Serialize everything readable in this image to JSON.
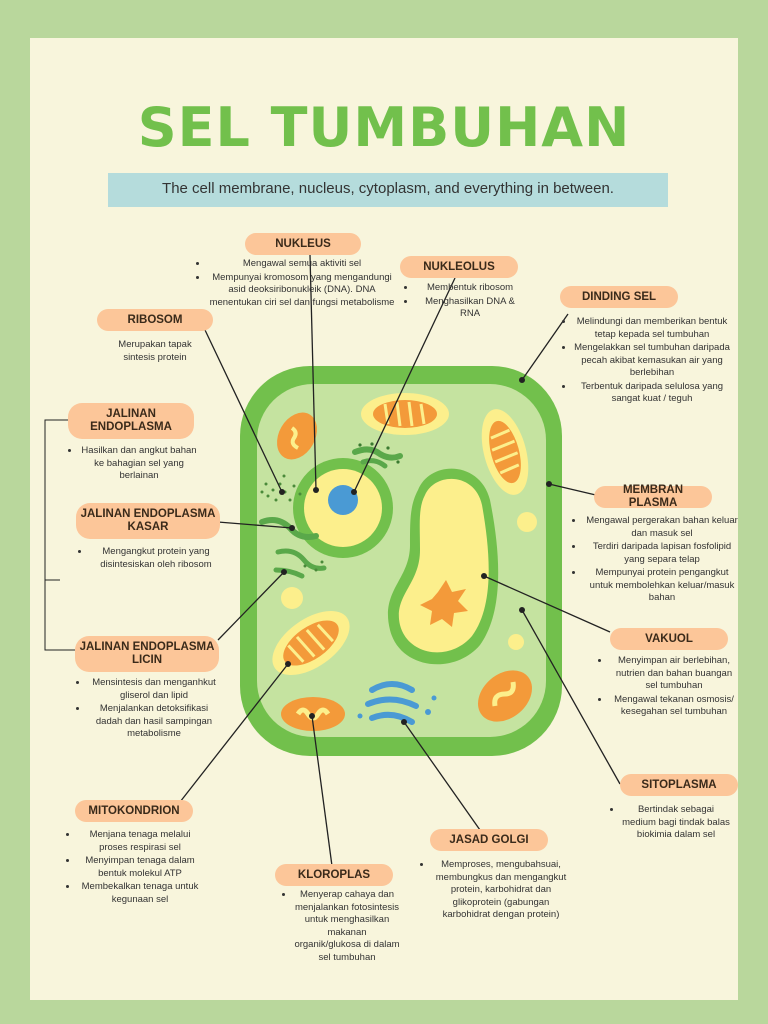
{
  "header": {
    "title": "SEL TUMBUHAN",
    "subtitle": "The cell membrane, nucleus, cytoplasm, and everything in between."
  },
  "parts": {
    "nukleus": {
      "label": "NUKLEUS",
      "items": [
        "Mengawal semua aktiviti sel",
        "Mempunyai kromosom yang mengandungi asid deoksiribonukleik (DNA). DNA menentukan ciri sel dan fungsi metabolisme"
      ]
    },
    "nukleolus": {
      "label": "NUKLEOLUS",
      "items": [
        "Membentuk ribosom",
        "Menghasilkan DNA & RNA"
      ]
    },
    "ribosom": {
      "label": "RIBOSOM",
      "text": "Merupakan tapak sintesis protein"
    },
    "dinding_sel": {
      "label": "DINDING SEL",
      "items": [
        "Melindungi dan memberikan bentuk tetap kepada sel tumbuhan",
        "Mengelakkan sel tumbuhan daripada pecah akibat kemasukan air yang berlebihan",
        "Terbentuk daripada selulosa yang sangat kuat / teguh"
      ]
    },
    "jalinan_endoplasma": {
      "label": "JALINAN ENDOPLASMA",
      "items": [
        "Hasilkan dan angkut bahan ke bahagian sel yang berlainan"
      ]
    },
    "jalinan_kasar": {
      "label": "JALINAN ENDOPLASMA KASAR",
      "items": [
        "Mengangkut protein yang disintesiskan oleh ribosom"
      ]
    },
    "jalinan_licin": {
      "label": "JALINAN ENDOPLASMA LICIN",
      "items": [
        "Mensintesis dan menganhkut gliserol dan lipid",
        "Menjalankan detoksifikasi dadah dan hasil sampingan metabolisme"
      ]
    },
    "membran_plasma": {
      "label": "MEMBRAN PLASMA",
      "items": [
        "Mengawal pergerakan bahan keluar dan masuk sel",
        "Terdiri daripada lapisan fosfolipid yang separa telap",
        "Mempunyai protein pengangkut untuk membolehkan keluar/masuk bahan"
      ]
    },
    "vakuol": {
      "label": "VAKUOL",
      "items": [
        "Menyimpan air berlebihan, nutrien dan bahan buangan sel tumbuhan",
        "Mengawal tekanan osmosis/ kesegahan sel tumbuhan"
      ]
    },
    "sitoplasma": {
      "label": "SITOPLASMA",
      "items": [
        "Bertindak sebagai medium bagi tindak balas biokimia dalam sel"
      ]
    },
    "mitokondrion": {
      "label": "MITOKONDRION",
      "items": [
        "Menjana tenaga melalui proses respirasi sel",
        "Menyimpan tenaga dalam bentuk molekul ATP",
        "Membekalkan tenaga untuk kegunaan sel"
      ]
    },
    "kloroplas": {
      "label": "KLOROPLAS",
      "items": [
        "Menyerap cahaya dan menjalankan fotosintesis untuk menghasilkan makanan organik/glukosa di dalam sel tumbuhan"
      ]
    },
    "jasad_golgi": {
      "label": "JASAD GOLGI",
      "items": [
        "Memproses, mengubahsuai, membungkus dan mengangkut protein, karbohidrat dan glikoprotein (gabungan karbohidrat dengan protein)"
      ]
    }
  },
  "colors": {
    "background": "#b9d79c",
    "paper": "#f8f5dc",
    "title": "#72c04c",
    "label": "#fcc699",
    "subtitle_bar": "#b5dcdc",
    "cell_wall": "#72c04c",
    "cytoplasm": "#c5e3a0",
    "vacuole": "#fcef8c",
    "chloroplast": "#f39a3a",
    "nucleolus": "#4a9ad4"
  }
}
